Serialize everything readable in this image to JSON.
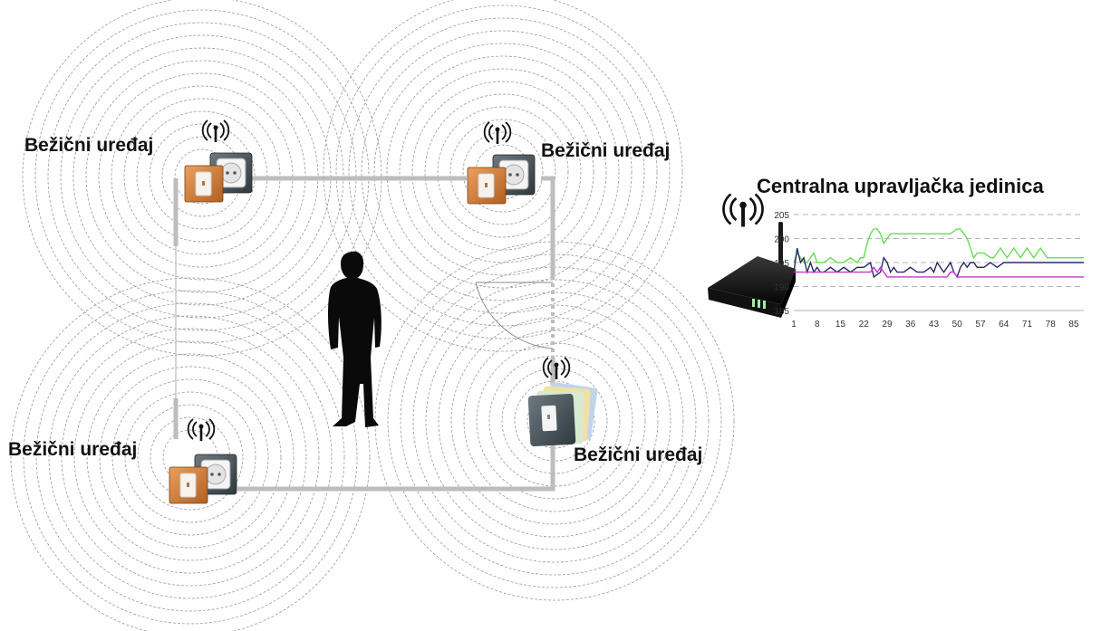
{
  "devices": [
    {
      "id": "tl",
      "label": "Bežični uređaj"
    },
    {
      "id": "tr",
      "label": "Bežični uređaj"
    },
    {
      "id": "bl",
      "label": "Bežični uređaj"
    },
    {
      "id": "br",
      "label": "Bežični uređaj"
    }
  ],
  "central": {
    "label": "Centralna upravljačka jedinica"
  },
  "chart_data": {
    "type": "line",
    "title": "",
    "xlabel": "",
    "ylabel": "",
    "ylim": [
      185,
      205
    ],
    "yticks": [
      185,
      190,
      195,
      200,
      205
    ],
    "xticks": [
      1,
      8,
      15,
      22,
      29,
      36,
      43,
      50,
      57,
      64,
      71,
      78,
      85
    ],
    "grid": "horizontal dashed",
    "colors": [
      "#66dd55",
      "#2a2a66",
      "#cc33cc"
    ],
    "series": [
      {
        "x": [
          1,
          2,
          3,
          4,
          5,
          6,
          7,
          8,
          10,
          12,
          14,
          16,
          18,
          20,
          21,
          22,
          23,
          24,
          25,
          26,
          27,
          28,
          30,
          35,
          40,
          45,
          48,
          50,
          51,
          52,
          53,
          54,
          55,
          56,
          58,
          60,
          61,
          62,
          63,
          64,
          65,
          66,
          67,
          68,
          69,
          70,
          71,
          72,
          73,
          74,
          75,
          76,
          77,
          78,
          80,
          88
        ],
        "values": [
          195,
          197,
          196,
          195,
          195,
          196,
          197,
          195,
          195,
          196,
          195,
          195,
          196,
          195,
          196,
          196,
          199,
          201,
          202,
          202,
          201,
          199,
          201,
          201,
          201,
          201,
          201,
          202,
          202,
          201,
          200,
          198,
          196,
          197,
          197,
          196,
          196,
          197,
          198,
          197,
          196,
          197,
          198,
          197,
          196,
          197,
          198,
          197,
          196,
          197,
          198,
          197,
          196,
          196,
          196,
          196
        ]
      },
      {
        "x": [
          1,
          2,
          3,
          4,
          5,
          6,
          7,
          8,
          9,
          10,
          12,
          14,
          16,
          18,
          20,
          22,
          24,
          25,
          27,
          28,
          29,
          30,
          31,
          32,
          34,
          36,
          38,
          40,
          42,
          43,
          44,
          45,
          46,
          47,
          48,
          49,
          50,
          51,
          52,
          53,
          54,
          55,
          56,
          58,
          60,
          62,
          64,
          66,
          68,
          70,
          75,
          80,
          88
        ],
        "values": [
          193,
          198,
          195,
          196,
          193,
          195,
          193,
          194,
          193,
          193,
          194,
          193,
          194,
          193,
          194,
          194,
          195,
          192,
          193,
          196,
          195,
          193,
          194,
          193,
          193,
          194,
          193,
          193,
          194,
          193,
          195,
          194,
          193,
          194,
          195,
          193,
          192,
          194,
          195,
          194,
          195,
          195,
          194,
          194,
          195,
          194,
          195,
          195,
          195,
          195,
          195,
          195,
          195
        ]
      },
      {
        "x": [
          1,
          10,
          20,
          24,
          25,
          26,
          27,
          28,
          29,
          30,
          40,
          47,
          48,
          49,
          50,
          51,
          60,
          70,
          88
        ],
        "values": [
          193,
          193,
          193,
          193,
          194,
          193,
          194,
          193,
          192,
          192,
          192,
          192,
          193,
          193,
          192,
          192,
          192,
          192,
          192
        ]
      }
    ]
  }
}
